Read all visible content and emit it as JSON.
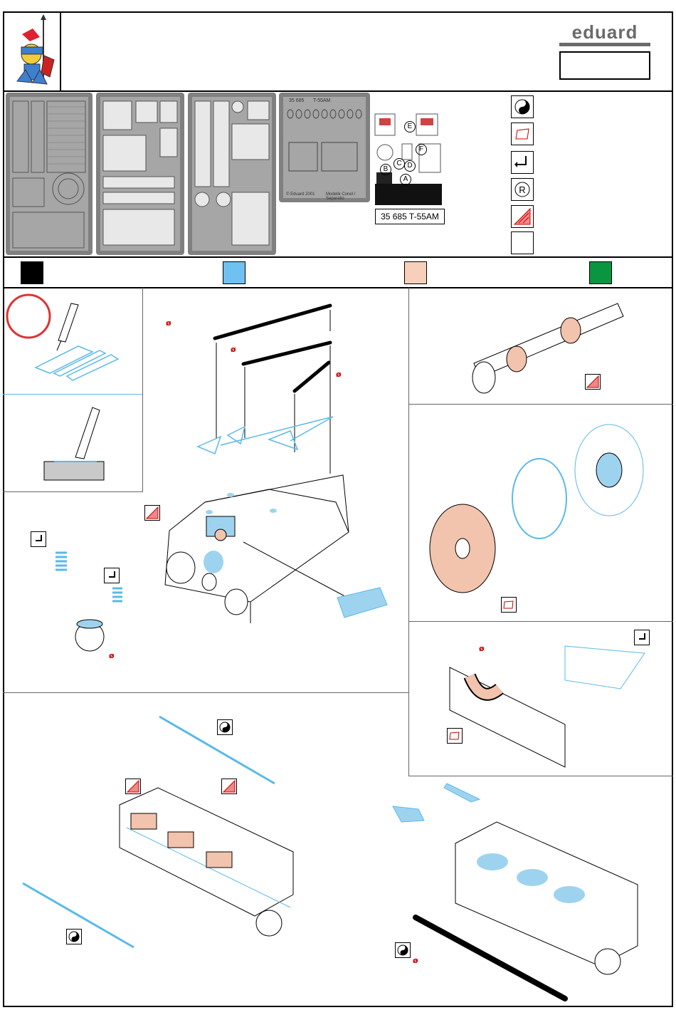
{
  "brand": {
    "name": "eduard"
  },
  "fret": {
    "title": "T-55AM",
    "code_text": "35 685",
    "copyright_text": "© Eduard 2001",
    "legend_text": "Modelik Conel / Separatio"
  },
  "decal_sheet": {
    "label": "35 685 T-55AM",
    "letters": [
      "A",
      "B",
      "C",
      "D",
      "E",
      "F"
    ]
  },
  "symbols": {
    "items": [
      "two-parts-icon",
      "paint-icon",
      "bend-icon",
      "replace-icon",
      "remove-icon",
      "blank-icon"
    ]
  },
  "colors": {
    "swatches": [
      "#000000",
      "#6ec1f0",
      "#f7cfbb",
      "#0a9540"
    ],
    "accent_blue": "#5ab9e8",
    "part_pink": "#f2c3ad",
    "line_red": "#cc0000"
  },
  "diameter_symbol": "ø"
}
